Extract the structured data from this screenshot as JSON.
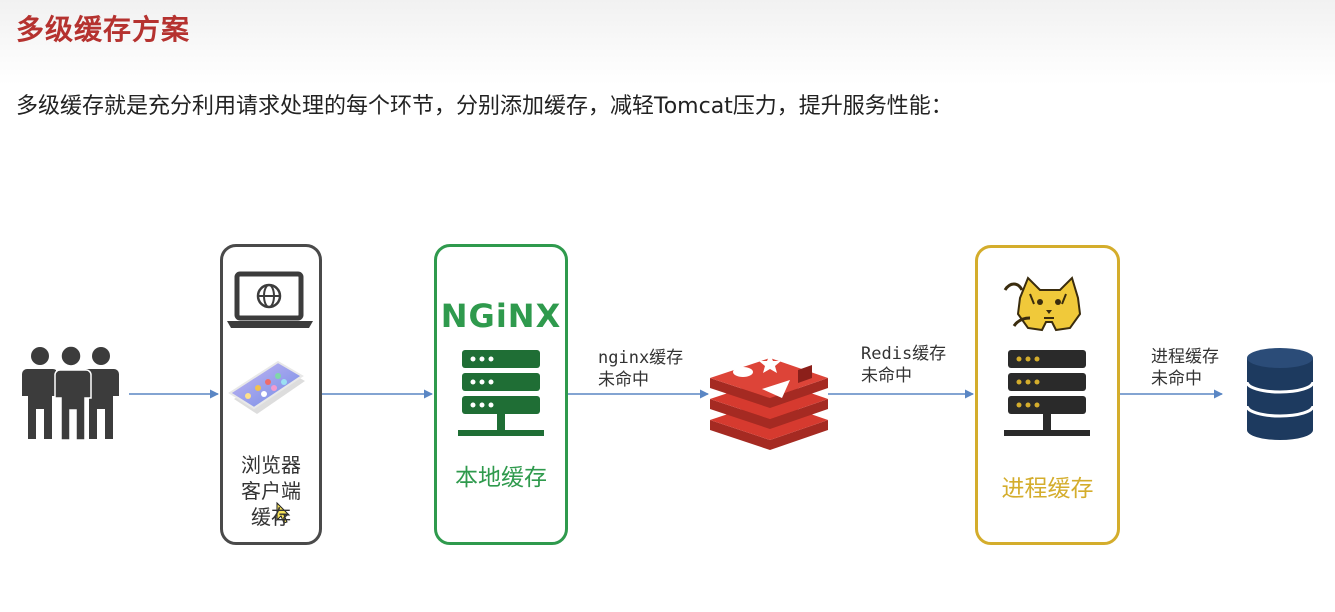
{
  "header": {
    "title": "多级缓存方案",
    "intro": "多级缓存就是充分利用请求处理的每个环节，分别添加缓存，减轻Tomcat压力，提升服务性能："
  },
  "diagram": {
    "browser": {
      "label_lines": [
        "浏览器",
        "客户端",
        "缓存"
      ]
    },
    "nginx": {
      "logo_text": "NGiNX",
      "label": "本地缓存"
    },
    "tomcat": {
      "label": "进程缓存"
    },
    "edges": [
      {
        "lines": [
          "nginx缓存",
          "未命中"
        ]
      },
      {
        "lines": [
          "Redis缓存",
          "未命中"
        ]
      },
      {
        "lines": [
          "进程缓存",
          "未命中"
        ]
      }
    ]
  },
  "colors": {
    "title": "#b5322f",
    "nginx_green": "#2f9a4d",
    "tomcat_gold": "#d4ad2c",
    "redis_red": "#d63a2f",
    "database_navy": "#1d3a5f",
    "arrow_blue": "#5a86c4"
  },
  "icons": [
    "users-icon",
    "laptop-globe-icon",
    "smartphone-icon",
    "server-icon",
    "redis-logo-icon",
    "tomcat-cat-icon",
    "database-icon",
    "cursor-icon"
  ]
}
